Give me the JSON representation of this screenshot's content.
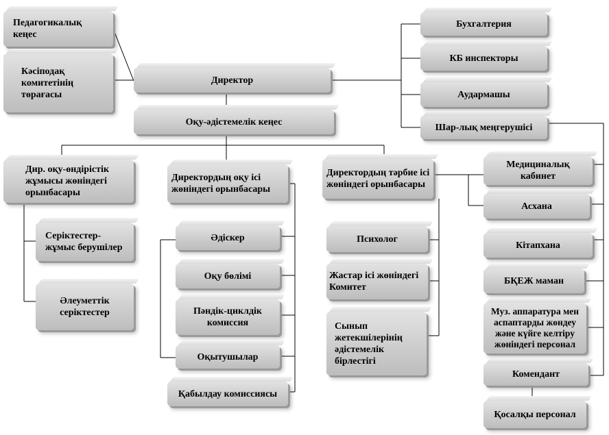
{
  "diagram": {
    "director": "Директор",
    "methodical_council": "Оқу-әдістемелік кеңес",
    "pedagogical_council": "Педагогикалық\nкеңес",
    "trade_union": "Кәсіподақ\nкомитетінің\nтөрағасы",
    "accounting": "Бухгалтерия",
    "kb_inspectors": "КБ инспекторы",
    "translator": "Аудармашы",
    "household_head": "Шар-лық меңгерушісі",
    "deputy_industrial": "Дир. оқу-өндірістік\nжұмысы жөніндегі\nорынбасары",
    "partners_employers": "Серіктестер-\nжұмыс берушілер",
    "social_partners": "Әлеуметтік\nсеріктестер",
    "deputy_academic": "Директордың оқу ісі\nжөніндегі орынбасары",
    "methodist": "Әдіскер",
    "study_department": "Оқу бөлімі",
    "subject_commission": "Пәндік-циклдік\nкомиссия",
    "teachers": "Оқытушылар",
    "admission_commission": "Қабылдау комиссиясы",
    "deputy_educational": "Директордың тәрбие ісі\nжөніндегі орынбасары",
    "psychologist": "Психолог",
    "youth_committee": "Жастар ісі жөніндегі\nКомитет",
    "class_teachers_association": "Сынып\nжетекшілерінің\nәдістемелік\nбірлестігі",
    "medical_office": "Медициналық\nкабинет",
    "canteen": "Асхана",
    "library": "Кітапхана",
    "bkej_specialist": "БҚЕЖ маман",
    "music_equipment_staff": "Муз. аппаратура мен\nаспаптарды жөндеу\nжәне күйге келтіру\nжөніндегі персонал",
    "commandant": "Комендант",
    "support_staff": "Қосалқы персонал"
  }
}
